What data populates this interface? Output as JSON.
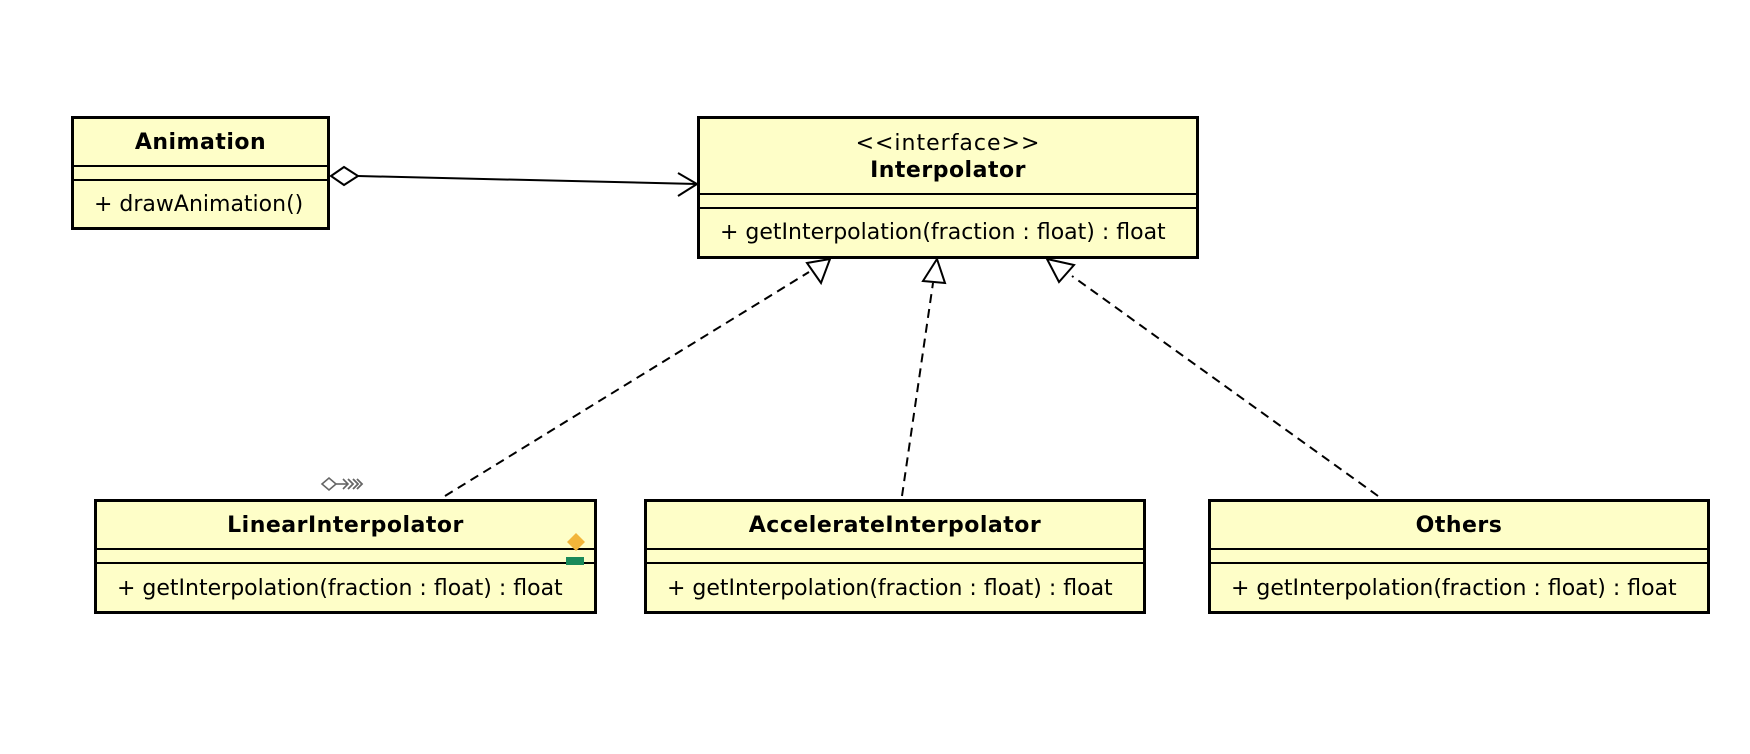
{
  "classes": {
    "animation": {
      "name": "Animation",
      "operations": [
        "+ drawAnimation()"
      ]
    },
    "interpolator": {
      "stereotype": "<<interface>>",
      "name": "Interpolator",
      "operations": [
        "+ getInterpolation(fraction : float) : float"
      ]
    },
    "linear": {
      "name": "LinearInterpolator",
      "operations": [
        "+ getInterpolation(fraction : float) : float"
      ]
    },
    "accelerate": {
      "name": "AccelerateInterpolator",
      "operations": [
        "+ getInterpolation(fraction : float) : float"
      ]
    },
    "others": {
      "name": "Others",
      "operations": [
        "+ getInterpolation(fraction : float) : float"
      ]
    }
  },
  "relations": [
    {
      "type": "aggregation",
      "from": "animation",
      "to": "interpolator"
    },
    {
      "type": "realization",
      "from": "linear",
      "to": "interpolator"
    },
    {
      "type": "realization",
      "from": "accelerate",
      "to": "interpolator"
    },
    {
      "type": "realization",
      "from": "others",
      "to": "interpolator"
    }
  ],
  "colors": {
    "class_fill": "#fefec8",
    "outline": "#000000",
    "badge_diamond": "#f2b53a",
    "badge_bar": "#1a8a5a",
    "badge_glyph": "#666666"
  },
  "icons": {
    "linear_top_glyph": "aggregation-navigation-icon",
    "linear_side_marker": "diamond-bar-marker-icon"
  }
}
